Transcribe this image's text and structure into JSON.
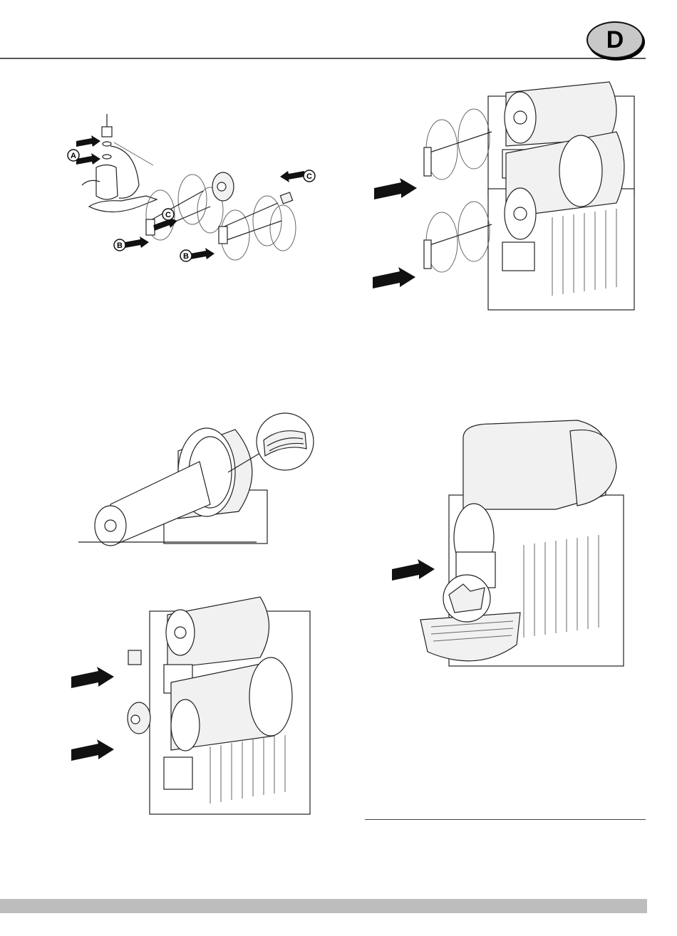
{
  "header": {
    "section_badge": "D"
  },
  "figure1": {
    "labels": {
      "a": "A",
      "b1": "B",
      "c1": "C",
      "b2": "B",
      "c2": "C"
    }
  },
  "colors": {
    "rule": "#555555",
    "badge_fill": "#c8c8c8",
    "footer_bar": "#bdbdbd"
  }
}
